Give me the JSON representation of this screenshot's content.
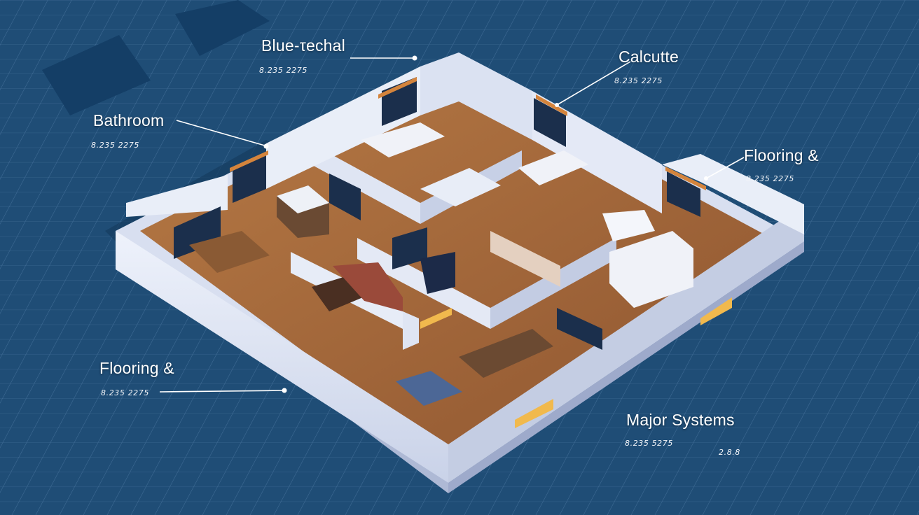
{
  "annotations": [
    {
      "id": "blue-technical",
      "title": "Blue-τechal",
      "value": "8.235  2275"
    },
    {
      "id": "calcutte",
      "title": "Calcutte",
      "value": "8.235  2275"
    },
    {
      "id": "bathroom",
      "title": "Bathroom",
      "value": "8.235  2275"
    },
    {
      "id": "flooring-right",
      "title": "Flooring &",
      "value": "8.235  2275"
    },
    {
      "id": "flooring-left",
      "title": "Flooring &",
      "value": "8.235  2275"
    },
    {
      "id": "major-systems",
      "title": "Major Systems",
      "value": "8.235  5275",
      "extra": "2.8.8"
    }
  ],
  "colors": {
    "background": "#1d4a72",
    "grid": "#3f6a92",
    "wall": "#e6ebf7",
    "wall_shadow": "#b9c4dd",
    "floor": "#a66a3a",
    "window": "#1b2f4c",
    "accent_light": "#f1b94d"
  }
}
